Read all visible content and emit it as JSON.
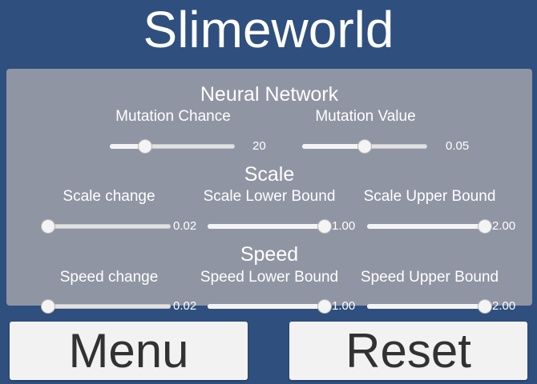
{
  "title": "Slimeworld",
  "neural_network": {
    "heading": "Neural Network",
    "mutation_chance": {
      "label": "Mutation Chance",
      "value_text": "20",
      "fraction": 0.28
    },
    "mutation_value": {
      "label": "Mutation Value",
      "value_text": "0.05",
      "fraction": 0.5
    }
  },
  "scale": {
    "heading": "Scale",
    "change": {
      "label": "Scale change",
      "value_text": "0.02",
      "fraction": 0.0
    },
    "lower": {
      "label": "Scale Lower Bound",
      "value_text": "1.00",
      "fraction": 1.0
    },
    "upper": {
      "label": "Scale Upper Bound",
      "value_text": "2.00",
      "fraction": 1.0
    }
  },
  "speed": {
    "heading": "Speed",
    "change": {
      "label": "Speed change",
      "value_text": "0.02",
      "fraction": 0.0
    },
    "lower": {
      "label": "Speed Lower Bound",
      "value_text": "1.00",
      "fraction": 1.0
    },
    "upper": {
      "label": "Speed Upper Bound",
      "value_text": "2.00",
      "fraction": 1.0
    }
  },
  "buttons": {
    "menu": "Menu",
    "reset": "Reset"
  },
  "colors": {
    "background": "#2f4f7e",
    "panel": "#8f95a3",
    "button": "#f2f2f2"
  }
}
